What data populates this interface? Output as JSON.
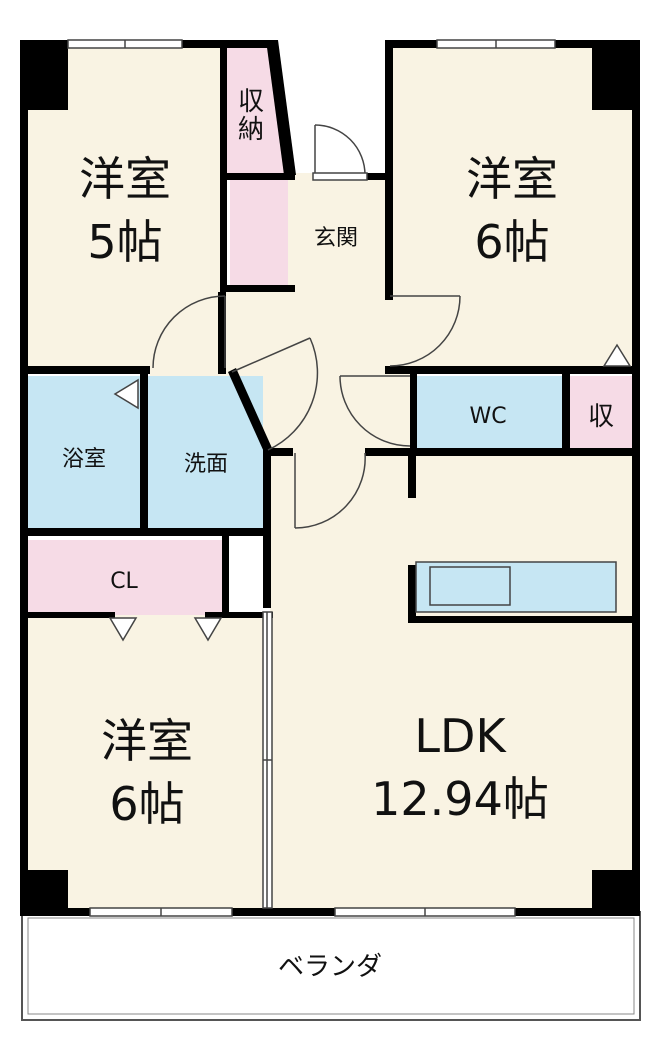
{
  "rooms": {
    "western_5": {
      "name": "洋室",
      "size": "5帖"
    },
    "western_6_ne": {
      "name": "洋室",
      "size": "6帖"
    },
    "western_6_sw": {
      "name": "洋室",
      "size": "6帖"
    },
    "ldk": {
      "name": "LDK",
      "size": "12.94帖"
    },
    "entrance": "玄関",
    "storage_top": "収納",
    "bath": "浴室",
    "washroom": "洗面",
    "closet": "CL",
    "wc": "WC",
    "storage_right": "収",
    "veranda": "ベランダ"
  },
  "colors": {
    "floor": "#f9f3e3",
    "wet_area": "#c6e6f3",
    "storage": "#f6dbe6",
    "wall": "#000000",
    "line": "#555555"
  }
}
